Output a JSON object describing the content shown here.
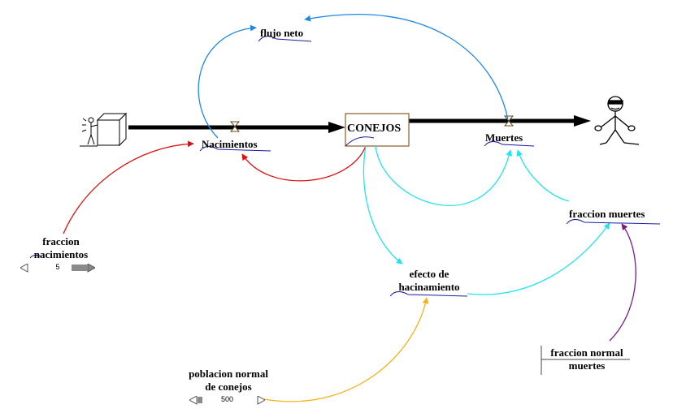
{
  "stock": {
    "label": "CONEJOS"
  },
  "flows": {
    "births": "Nacimientos",
    "deaths": "Muertes"
  },
  "variables": {
    "net_flow": "flujo neto",
    "birth_fraction_line1": "fraccion",
    "birth_fraction_line2": "nacimientos",
    "birth_fraction_value": "5",
    "crowding_line1": "efecto de",
    "crowding_line2": "hacinamiento",
    "death_fraction": "fraccion muertes",
    "normal_pop_line1": "poblacion normal",
    "normal_pop_line2": "de conejos",
    "normal_pop_value": "500",
    "normal_death_line1": "fraccion normal",
    "normal_death_line2": "muertes"
  },
  "colors": {
    "red": "#dd1111",
    "blue": "#1e88e5",
    "cyan": "#22e4f0",
    "orange": "#f2b21a",
    "purple": "#7a1a8a",
    "underline": "#1a1aa0"
  }
}
